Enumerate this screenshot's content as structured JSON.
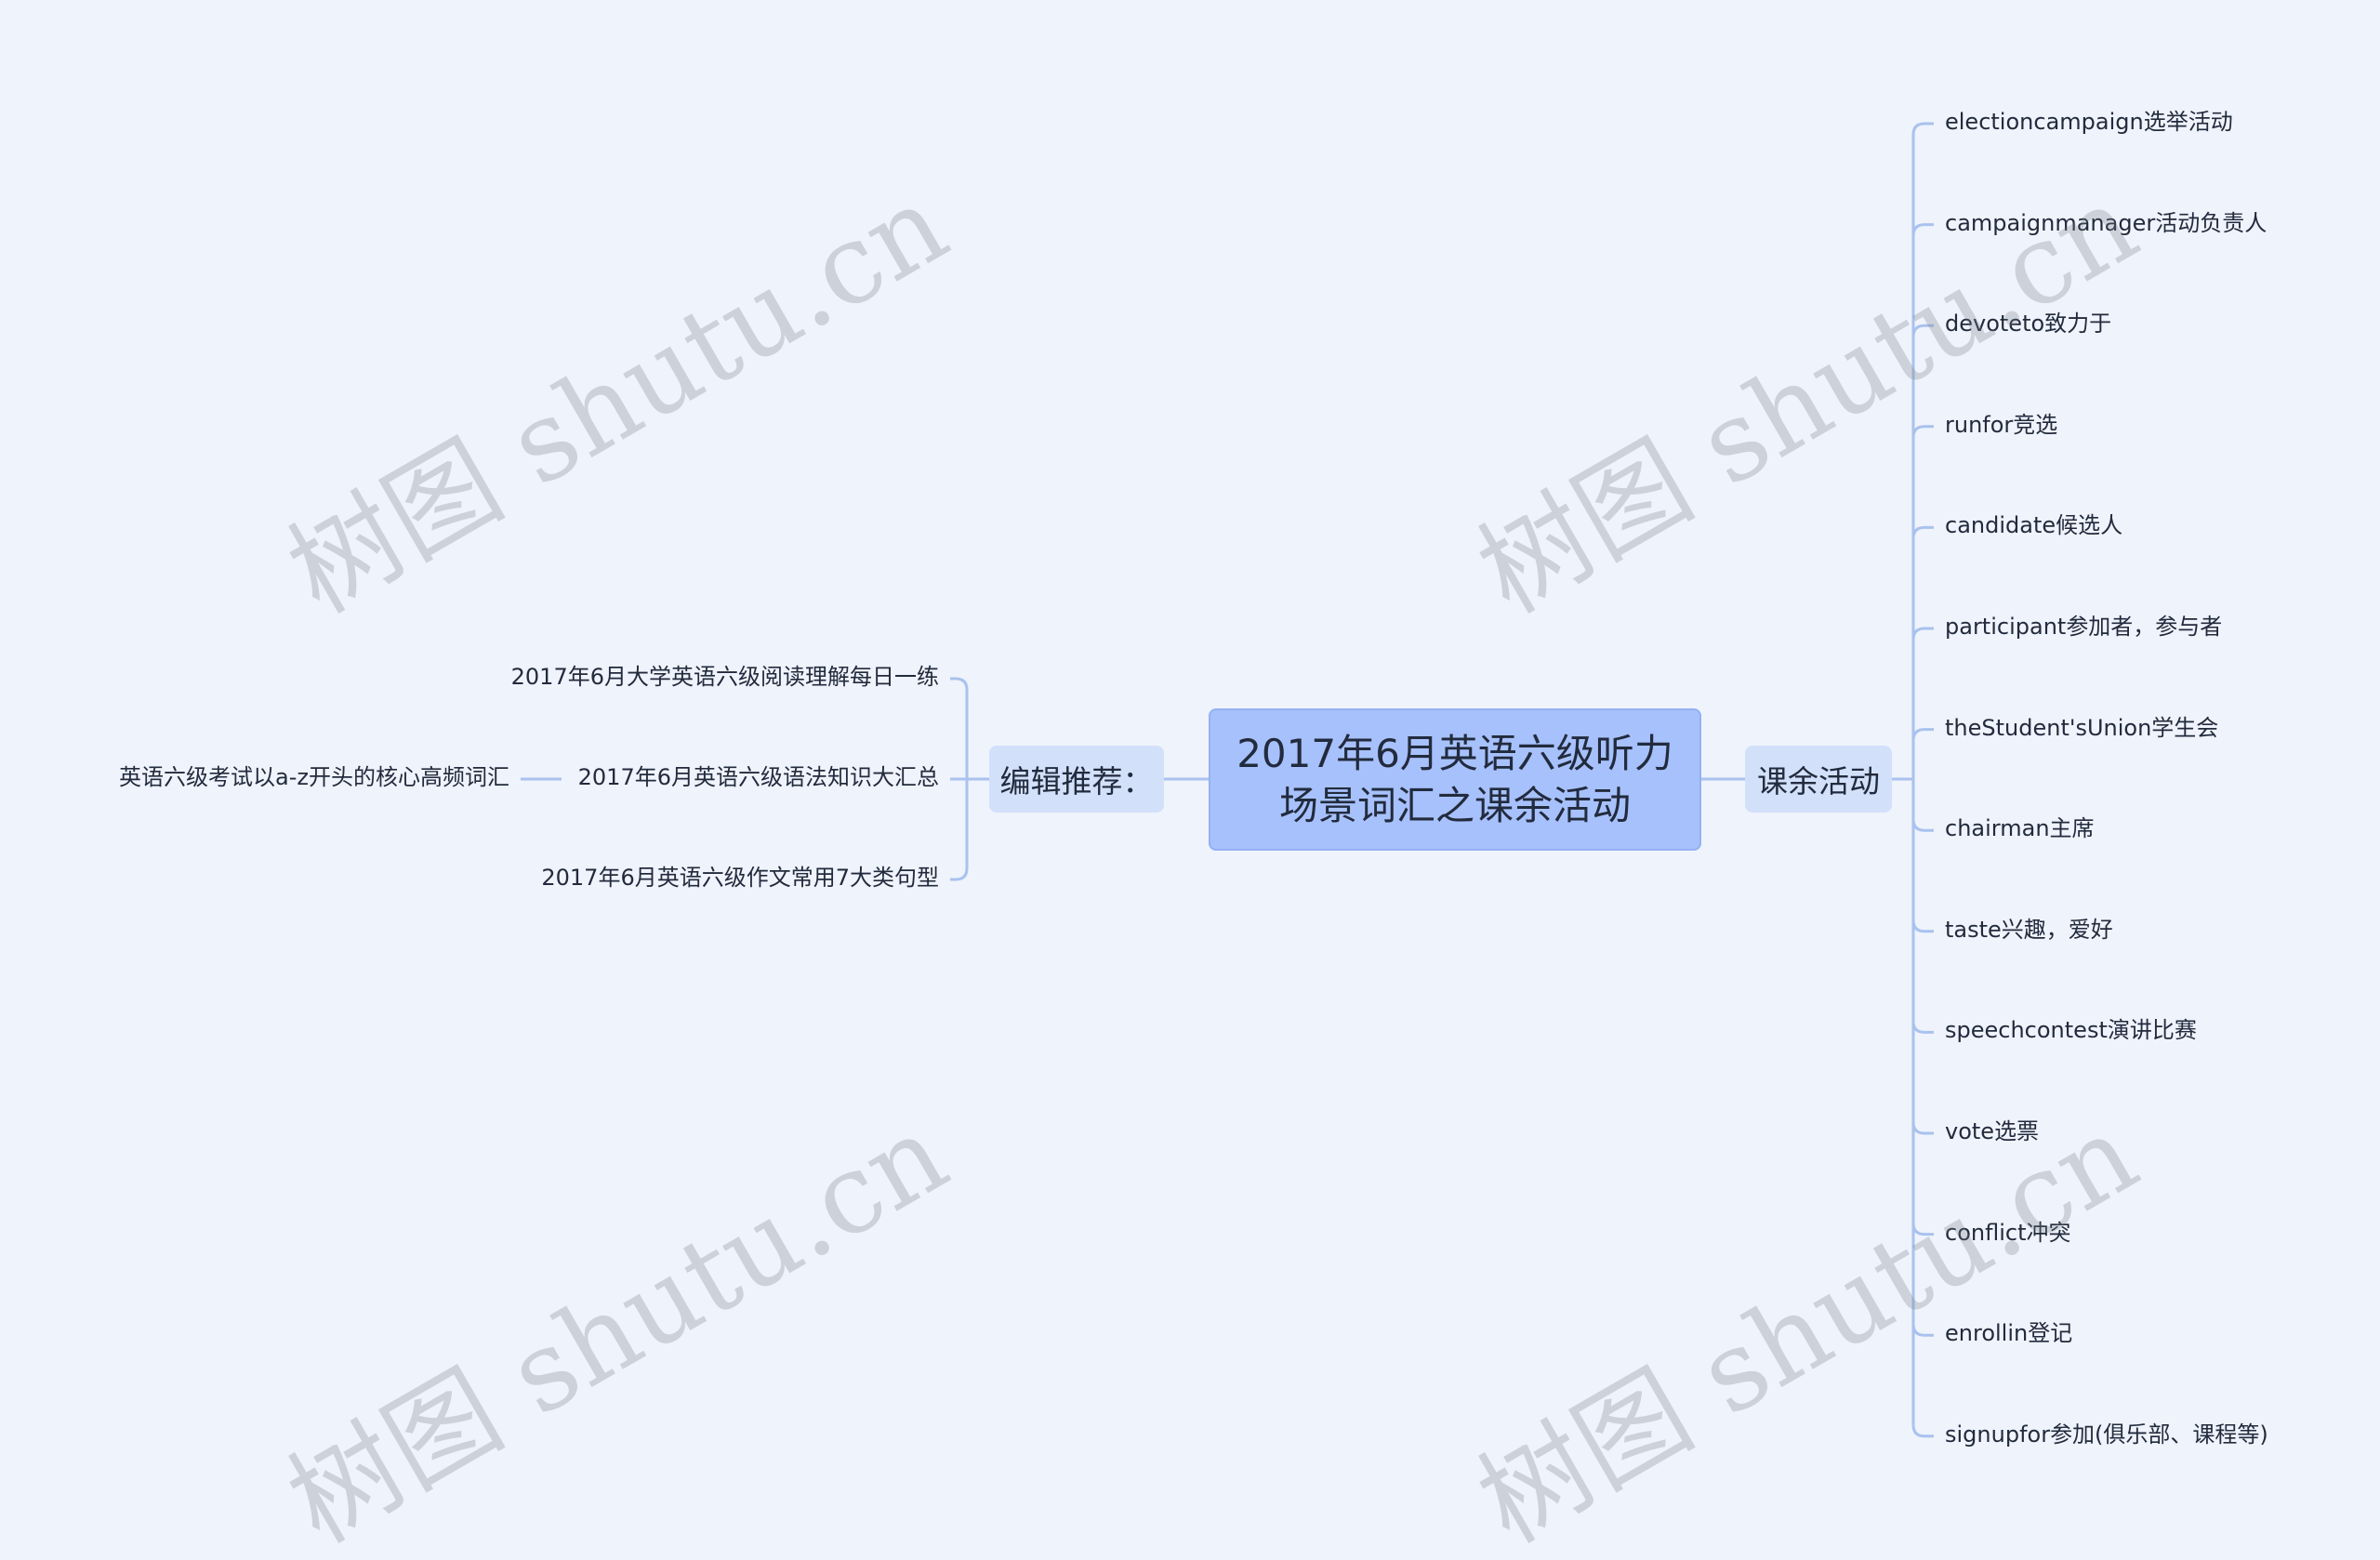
{
  "center": {
    "title": "2017年6月英语六级听力场景词汇之课余活动"
  },
  "left_branch": {
    "label": "编辑推荐：",
    "items": [
      {
        "text": "2017年6月大学英语六级阅读理解每日一练"
      },
      {
        "text": "2017年6月英语六级语法知识大汇总",
        "child": "英语六级考试以a-z开头的核心高频词汇"
      },
      {
        "text": "2017年6月英语六级作文常用7大类句型"
      }
    ]
  },
  "right_branch": {
    "label": "课余活动",
    "items": [
      "electioncampaign选举活动",
      "campaignmanager活动负责人",
      "devoteto致力于",
      "runfor竞选",
      "candidate候选人",
      "participant参加者，参与者",
      "theStudent'sUnion学生会",
      "chairman主席",
      "taste兴趣，爱好",
      "speechcontest演讲比赛",
      "vote选票",
      "conflict冲突",
      "enrollin登记",
      "signupfor参加(俱乐部、课程等)"
    ]
  },
  "watermark": {
    "text": "树图 shutu.cn"
  },
  "colors": {
    "background": "#eff3fb",
    "center": "#a7c1fc",
    "branch": "#d3e0fa",
    "line": "#a9c2ee"
  }
}
